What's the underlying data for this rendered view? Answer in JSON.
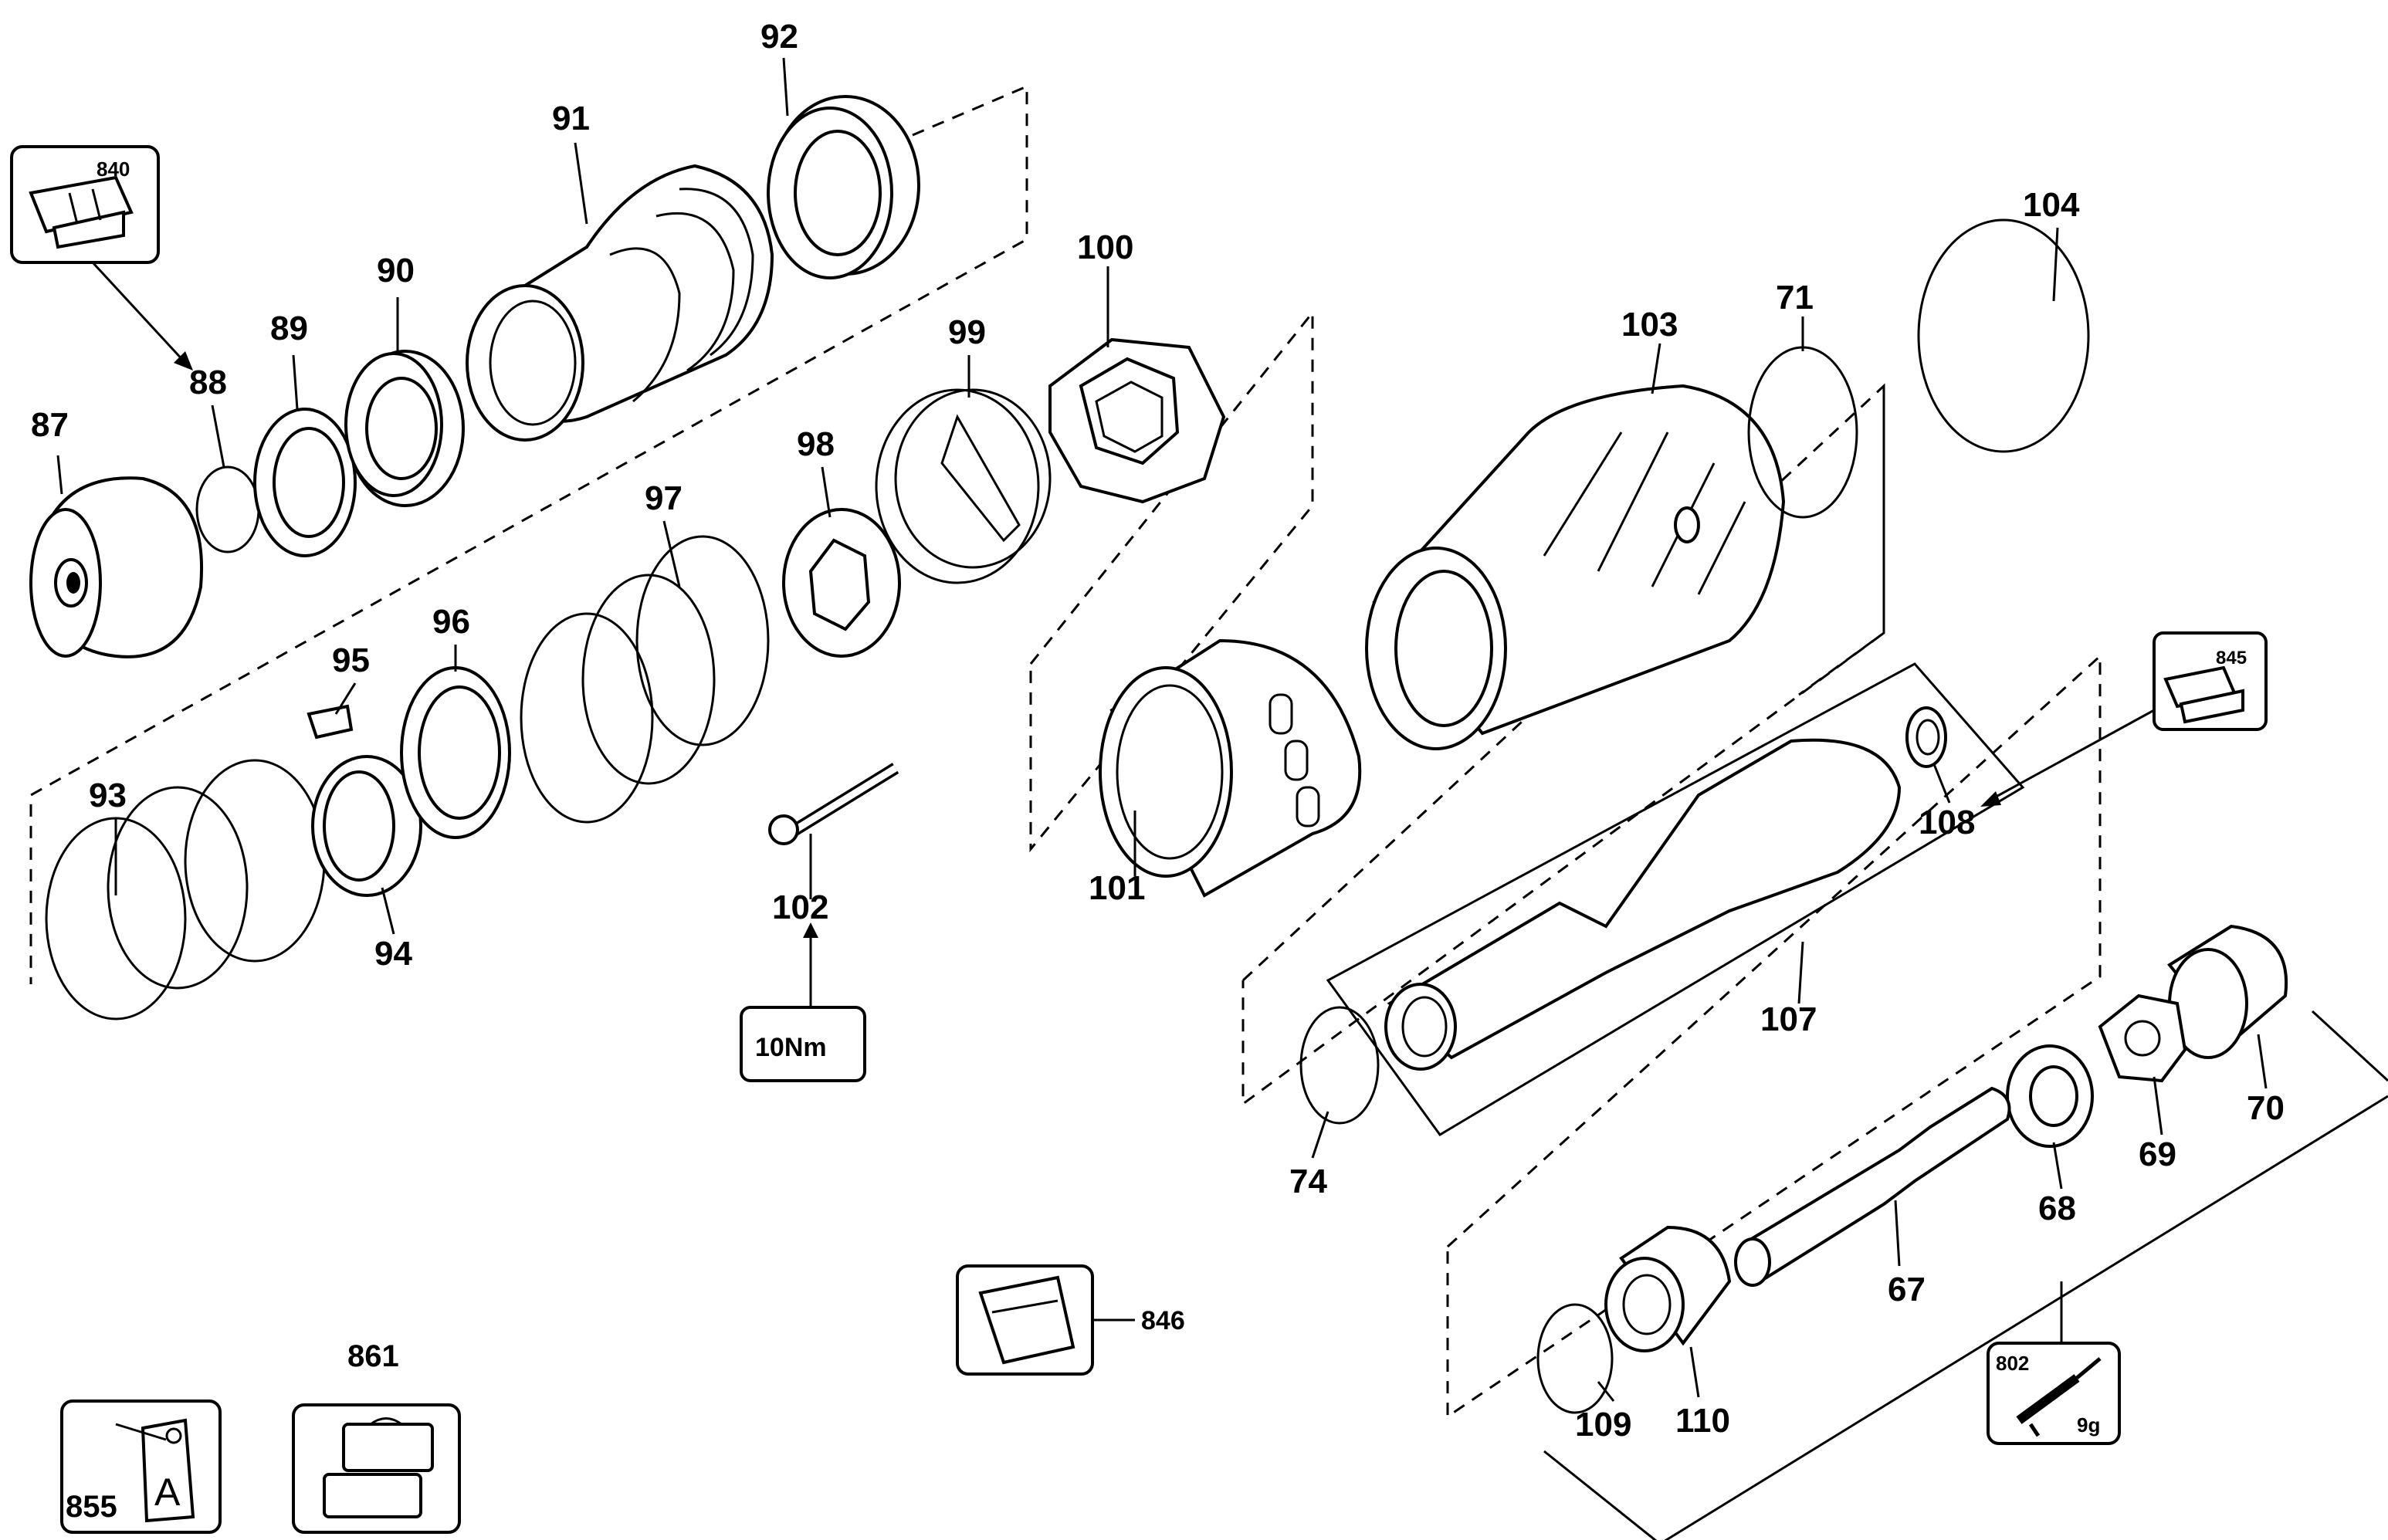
{
  "labels": {
    "p87": "87",
    "p88": "88",
    "p89": "89",
    "p90": "90",
    "p91": "91",
    "p92": "92",
    "p93": "93",
    "p94": "94",
    "p95": "95",
    "p96": "96",
    "p97": "97",
    "p98": "98",
    "p99": "99",
    "p100": "100",
    "p101": "101",
    "p102": "102",
    "p103": "103",
    "p104": "104",
    "p71": "71",
    "p108": "108",
    "p107": "107",
    "p74": "74",
    "p70": "70",
    "p69": "69",
    "p68": "68",
    "p67": "67",
    "p109": "109",
    "p110": "110",
    "p802": "802",
    "p845": "845",
    "p840": "840",
    "p846": "846",
    "p855": "855",
    "p861": "861"
  },
  "callouts": {
    "torque": "10Nm",
    "grease_weight": "9g",
    "tag_letter": "A"
  },
  "icons": {
    "toolbox_840": "toolbox-open-icon",
    "toolbox_845": "toolbox-open-icon",
    "grease_bag_846": "grease-bag-icon",
    "grease_gun_802": "grease-gun-icon",
    "tag_855": "paper-tag-icon",
    "case_861": "carry-case-icon"
  }
}
